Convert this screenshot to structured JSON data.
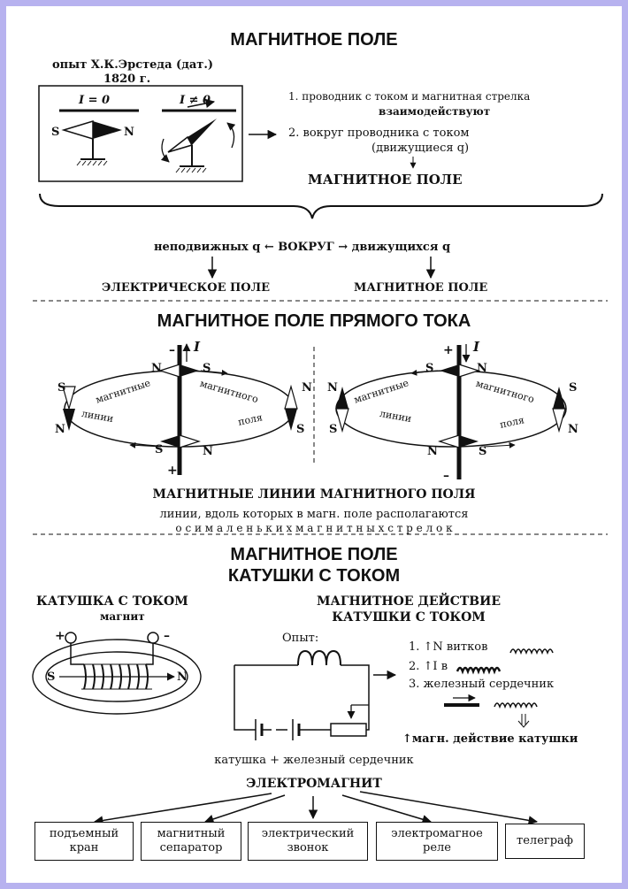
{
  "s1": {
    "title": "МАГНИТНОЕ ПОЛЕ",
    "exp_line1": "опыт Х.К.Эрстеда (дат.)",
    "exp_year": "1820 г.",
    "i_zero": "I = 0",
    "i_nonzero": "I ≠ 0",
    "s": "S",
    "n": "N",
    "p1a": "1. проводник с током и магнитная стрелка",
    "p1b": "взаимодействуют",
    "p2a": "2. вокруг проводника с током",
    "p2b": "(движущиеся q)",
    "result": "МАГНИТНОЕ ПОЛЕ",
    "around": "неподвижных q ← ВОКРУГ → движущихся q",
    "left_field": "ЭЛЕКТРИЧЕСКОЕ ПОЛЕ",
    "right_field": "МАГНИТНОЕ ПОЛЕ"
  },
  "s2": {
    "title": "МАГНИТНОЕ ПОЛЕ ПРЯМОГО ТОКА",
    "current": "I",
    "minus": "–",
    "plus": "+",
    "n": "N",
    "s": "S",
    "arc1": "магнитные",
    "arc2": "магнитного",
    "arc3": "линии",
    "arc4": "поля",
    "lines_title": "МАГНИТНЫЕ ЛИНИИ МАГНИТНОГО ПОЛЯ",
    "def1": "линии, вдоль которых в магн. поле располагаются",
    "def2": "о с и   м а л е н ь к и х   м а г н и т н ы х   с т р е л о к"
  },
  "s3": {
    "title1": "МАГНИТНОЕ ПОЛЕ",
    "title2": "КАТУШКИ С ТОКОМ",
    "coil_title": "КАТУШКА С ТОКОМ",
    "magnet": "магнит",
    "plus": "+",
    "minus": "–",
    "s": "S",
    "n": "N",
    "action1": "МАГНИТНОЕ ДЕЙСТВИЕ",
    "action2": "КАТУШКИ С ТОКОМ",
    "experiment": "Опыт:",
    "item1": "1. ↑N витков",
    "item2": "2. ↑I в",
    "item3": "3. железный сердечник",
    "conclusion": "↑магн. действие катушки",
    "formula": "катушка + железный сердечник",
    "electromagnet": "ЭЛЕКТРОМАГНИТ",
    "apps": [
      "подъемный\nкран",
      "магнитный\nсепаратор",
      "электрический\nзвонок",
      "электромагное\nреле",
      "телеграф"
    ]
  }
}
